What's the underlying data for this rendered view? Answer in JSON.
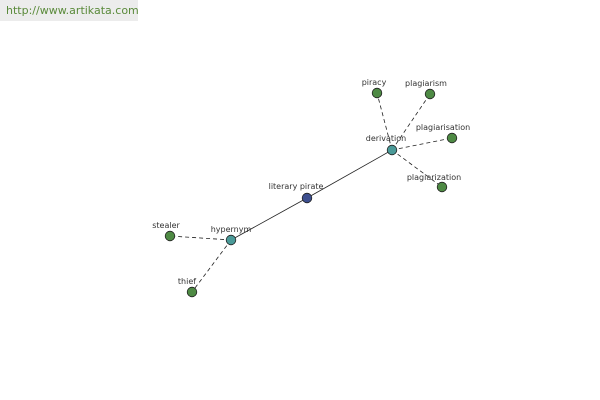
{
  "watermark": "http://www.artikata.com",
  "colors": {
    "center": "#3d4f8f",
    "relation": "#4a9a98",
    "leaf": "#4e8a44",
    "edge": "#222222"
  },
  "nodes": {
    "center": "literary pirate",
    "derivation": "derivation",
    "hypernym": "hypernym",
    "piracy": "piracy",
    "plagiarism": "plagiarism",
    "plagiarisation": "plagiarisation",
    "plagiarization": "plagiarization",
    "stealer": "stealer",
    "thief": "thief"
  }
}
